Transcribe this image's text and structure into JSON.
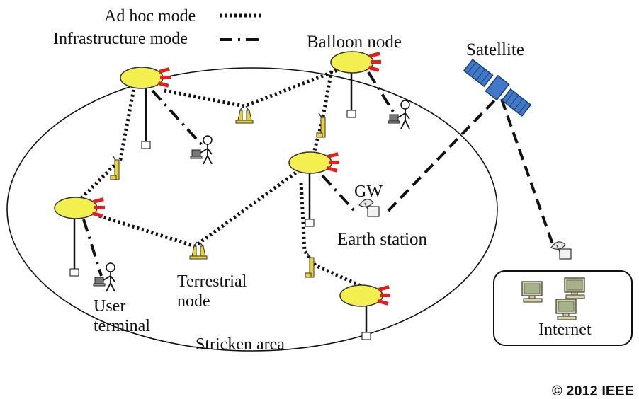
{
  "legend": {
    "adhoc_label": "Ad hoc mode",
    "infra_label": "Infrastructure mode"
  },
  "labels": {
    "balloon": "Balloon node",
    "satellite": "Satellite",
    "gw": "GW",
    "earth_station": "Earth station",
    "terrestrial_1": "Terrestrial",
    "terrestrial_2": "node",
    "user_1": "User",
    "user_2": "terminal",
    "stricken_area": "Stricken area",
    "internet": "Internet"
  },
  "copyright": "© 2012 IEEE",
  "colors": {
    "balloon_fill": "#f3ef4f",
    "balloon_stripes": "#e02020",
    "terrestrial_node": "#e8d23a",
    "satellite_panel": "#3f79c8"
  }
}
